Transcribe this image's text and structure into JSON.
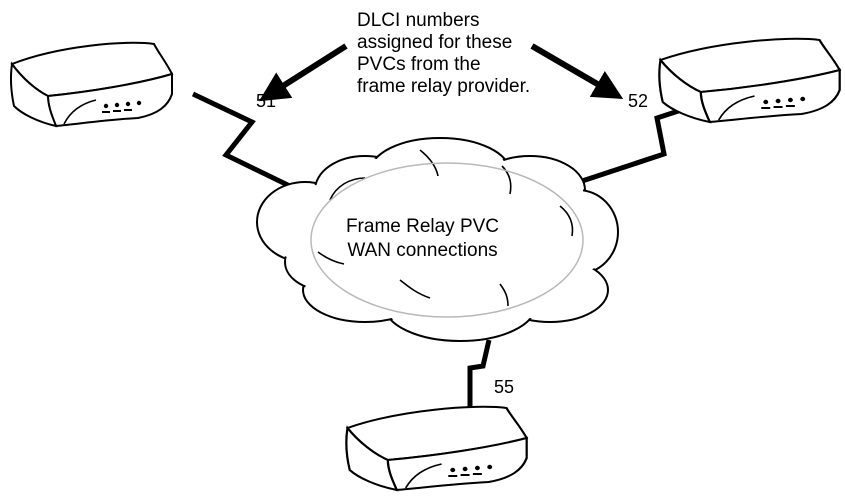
{
  "annotation": {
    "lines": [
      "DLCI numbers",
      "assigned for these",
      "PVCs from the",
      "frame relay provider."
    ]
  },
  "cloud": {
    "lines": [
      "Frame Relay PVC",
      "WAN connections"
    ]
  },
  "dlci": {
    "left": "51",
    "right": "52",
    "bottom": "55"
  },
  "colors": {
    "stroke": "#000000",
    "fill": "#ffffff",
    "inner_ellipse": "#b9b9b9"
  },
  "icons": [
    "router-icon",
    "cloud-icon",
    "arrow-icon",
    "serial-link-icon"
  ]
}
